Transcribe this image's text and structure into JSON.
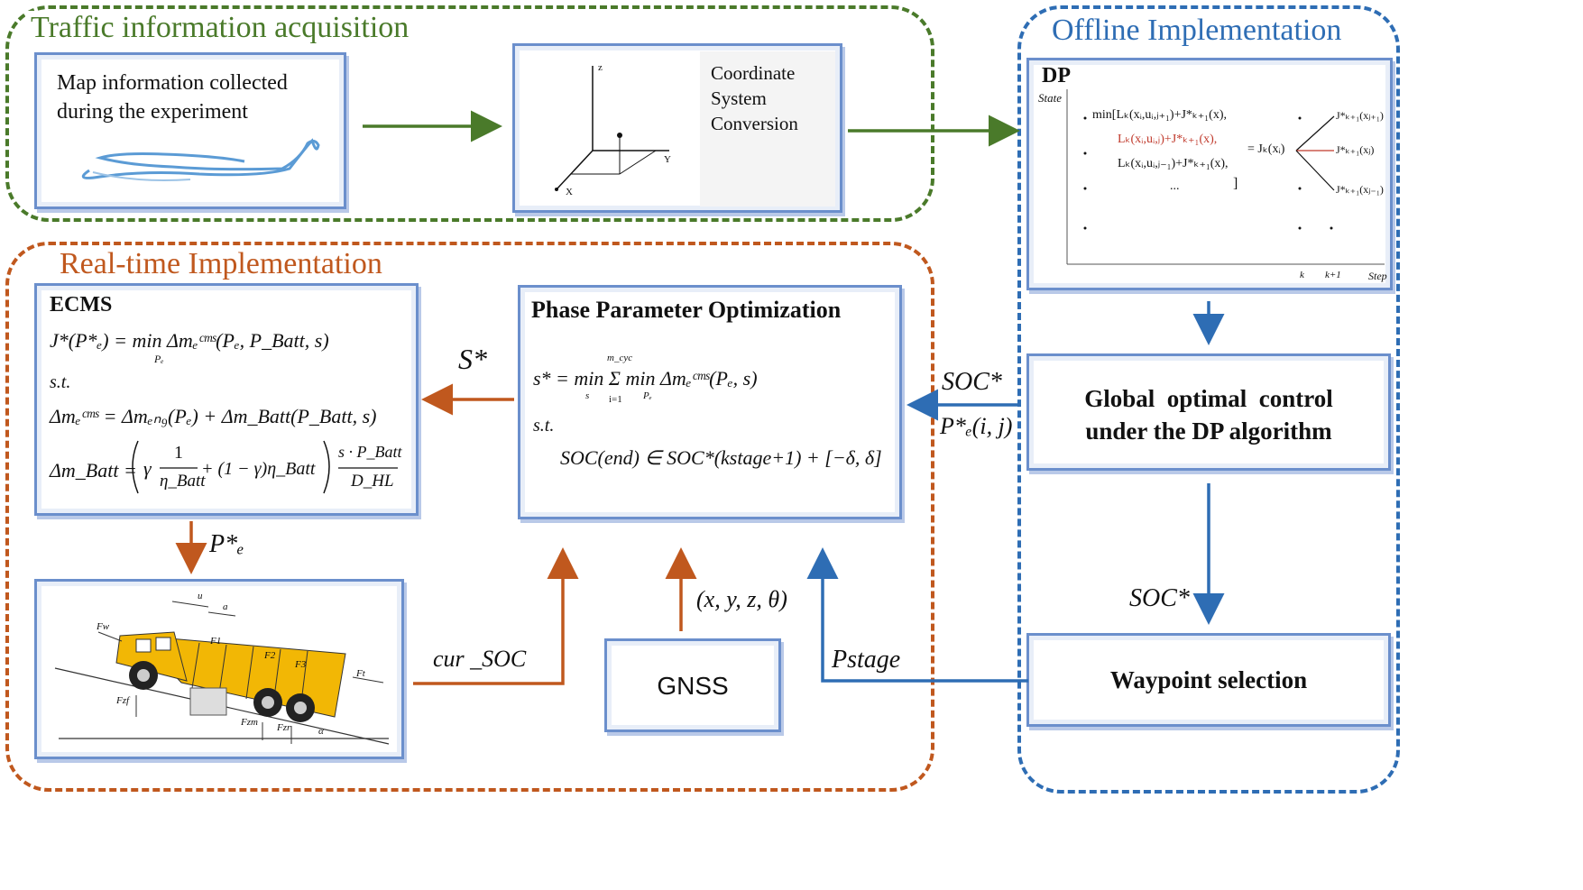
{
  "regions": {
    "traffic": {
      "title": "Traffic information acquisition",
      "color": "#4a7a2a"
    },
    "offline": {
      "title": "Offline Implementation",
      "color": "#2e6db4"
    },
    "realtime": {
      "title": "Real-time Implementation",
      "color": "#c0581e"
    }
  },
  "map_box": {
    "text_line1": "Map information collected",
    "text_line2": "during the experiment"
  },
  "coord_box": {
    "line1": "Coordinate",
    "line2": "System",
    "line3": "Conversion",
    "axis_x": "X",
    "axis_y": "Y",
    "axis_z": "z"
  },
  "dp_box": {
    "title": "DP",
    "state_label": "State",
    "step_label": "Step",
    "k_label": "k",
    "k1_label": "k+1",
    "row1": "min[Lₖ(xᵢ,uᵢ,ⱼ₊₁)+J*ₖ₊₁(x),",
    "row2": "Lₖ(xᵢ,uᵢ,ⱼ)+J*ₖ₊₁(x),",
    "row3": "Lₖ(xᵢ,uᵢ,ⱼ₋₁)+J*ₖ₊₁(x),",
    "row4": "...",
    "bracket": "]",
    "equals": "= Jₖ(xᵢ)",
    "out1": "J*ₖ₊₁(xⱼ₊₁)",
    "out2": "J*ₖ₊₁(xⱼ)",
    "out3": "J*ₖ₊₁(xⱼ₋₁)"
  },
  "global_box": {
    "line1": "Global  optimal  control",
    "line2": "under the DP algorithm"
  },
  "waypoint_box": {
    "label": "Waypoint selection"
  },
  "ecms_box": {
    "title": "ECMS",
    "eq1": "J*(P*ₑ) = min Δmₑᶜᵐˢ(Pₑ, P_Batt, s)",
    "eq1_sub": "Pₑ",
    "st": "s.t.",
    "eq2": "Δmₑᶜᵐˢ = Δmₑₙ₉(Pₑ) + Δm_Batt(P_Batt, s)",
    "eq3_left": "Δm_Batt =",
    "eq3_gamma": "γ",
    "eq3_one": "1",
    "eq3_eta": "η_Batt",
    "eq3_mid": "+ (1 − γ)η_Batt",
    "eq3_num": "s · P_Batt",
    "eq3_den": "D_HL"
  },
  "ppo_box": {
    "title": "Phase Parameter Optimization",
    "eq1": "s* = min Σ min Δmₑᶜᵐˢ(Pₑ, s)",
    "sum_top": "m_cyc",
    "sum_bottom": "i=1",
    "min_sub1": "s",
    "min_sub2": "Pₑ",
    "st": "s.t.",
    "eq2": "SOC(end) ∈ SOC*(kstage+1) + [−δ, δ]"
  },
  "gnss_box": {
    "label": "GNSS"
  },
  "labels": {
    "s_star": "S*",
    "soc_star_1": "SOC*",
    "pe_ij": "P*ₑ(i, j)",
    "pe_star": "P*ₑ",
    "soc_star_2": "SOC*",
    "cur_soc": "cur _SOC",
    "xyz": "(x, y, z, θ)",
    "pstage": "Pstage"
  },
  "truck_labels": {
    "u": "u",
    "a": "a",
    "fw": "Fw",
    "ft": "Ft",
    "fzf": "Fzf",
    "fzm": "Fzm",
    "fzr": "Fzr",
    "alpha": "α",
    "f1": "F1",
    "f2": "F2",
    "f3": "F3"
  },
  "colors": {
    "green": "#4a7a2a",
    "orange": "#c0581e",
    "blue": "#2e6db4",
    "box_border": "#6b8fcc",
    "truck": "#f2b705"
  }
}
